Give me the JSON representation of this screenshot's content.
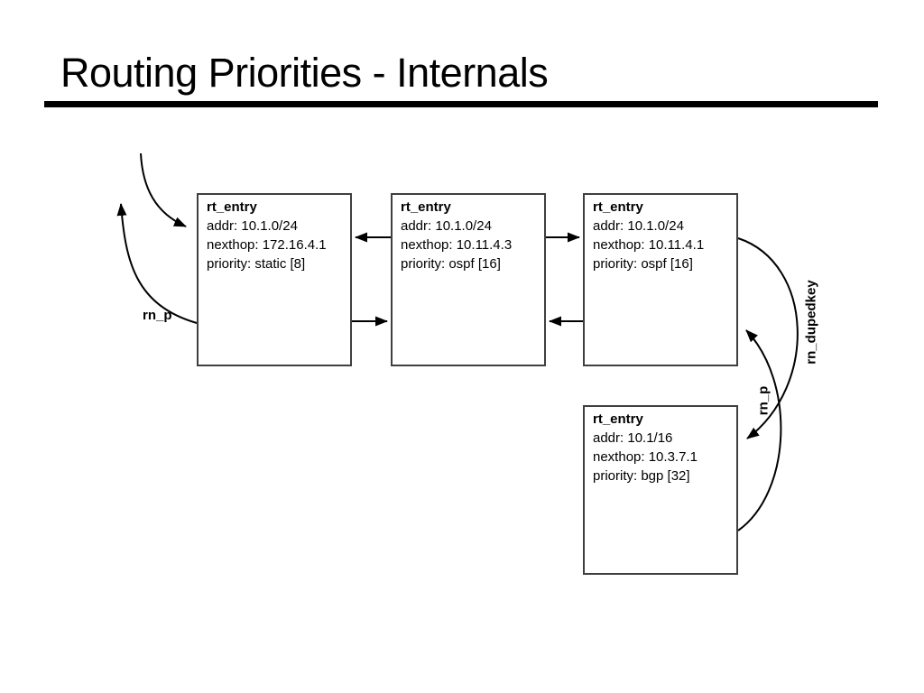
{
  "header": {
    "title": "Routing Priorities - Internals"
  },
  "diagram": {
    "nodes": [
      {
        "name": "rt_entry",
        "fields": [
          "addr: 10.1.0/24",
          "nexthop: 172.16.4.1",
          "priority: static [8]"
        ]
      },
      {
        "name": "rt_entry",
        "fields": [
          "addr: 10.1.0/24",
          "nexthop: 10.11.4.3",
          "priority: ospf [16]"
        ]
      },
      {
        "name": "rt_entry",
        "fields": [
          "addr: 10.1.0/24",
          "nexthop: 10.11.4.1",
          "priority: ospf [16]"
        ]
      },
      {
        "name": "rt_entry",
        "fields": [
          "addr: 10.1/16",
          "nexthop: 10.3.7.1",
          "priority: bgp [32]"
        ]
      }
    ],
    "labels": {
      "left_rn_p": "rn_p",
      "right_rn_p": "rn_p",
      "rn_dupedkey": "rn_dupedkey"
    },
    "edges": [
      {
        "from": "external",
        "to": "node-1",
        "shape": "curved",
        "label": ""
      },
      {
        "from": "node-1",
        "to": "external",
        "shape": "curved",
        "label": "rn_p"
      },
      {
        "from": "node-2",
        "to": "node-1",
        "shape": "straight",
        "label": ""
      },
      {
        "from": "node-1",
        "to": "node-2",
        "shape": "straight",
        "label": ""
      },
      {
        "from": "node-2",
        "to": "node-3",
        "shape": "straight",
        "label": ""
      },
      {
        "from": "node-3",
        "to": "node-2",
        "shape": "straight",
        "label": ""
      },
      {
        "from": "node-3",
        "to": "node-4",
        "shape": "curved",
        "label": "rn_dupedkey"
      },
      {
        "from": "node-4",
        "to": "node-3",
        "shape": "curved",
        "label": "rn_p"
      }
    ],
    "colors": {
      "line": "#000000",
      "box_border": "#3f3f3f",
      "text": "#000000",
      "background": "#ffffff"
    }
  }
}
